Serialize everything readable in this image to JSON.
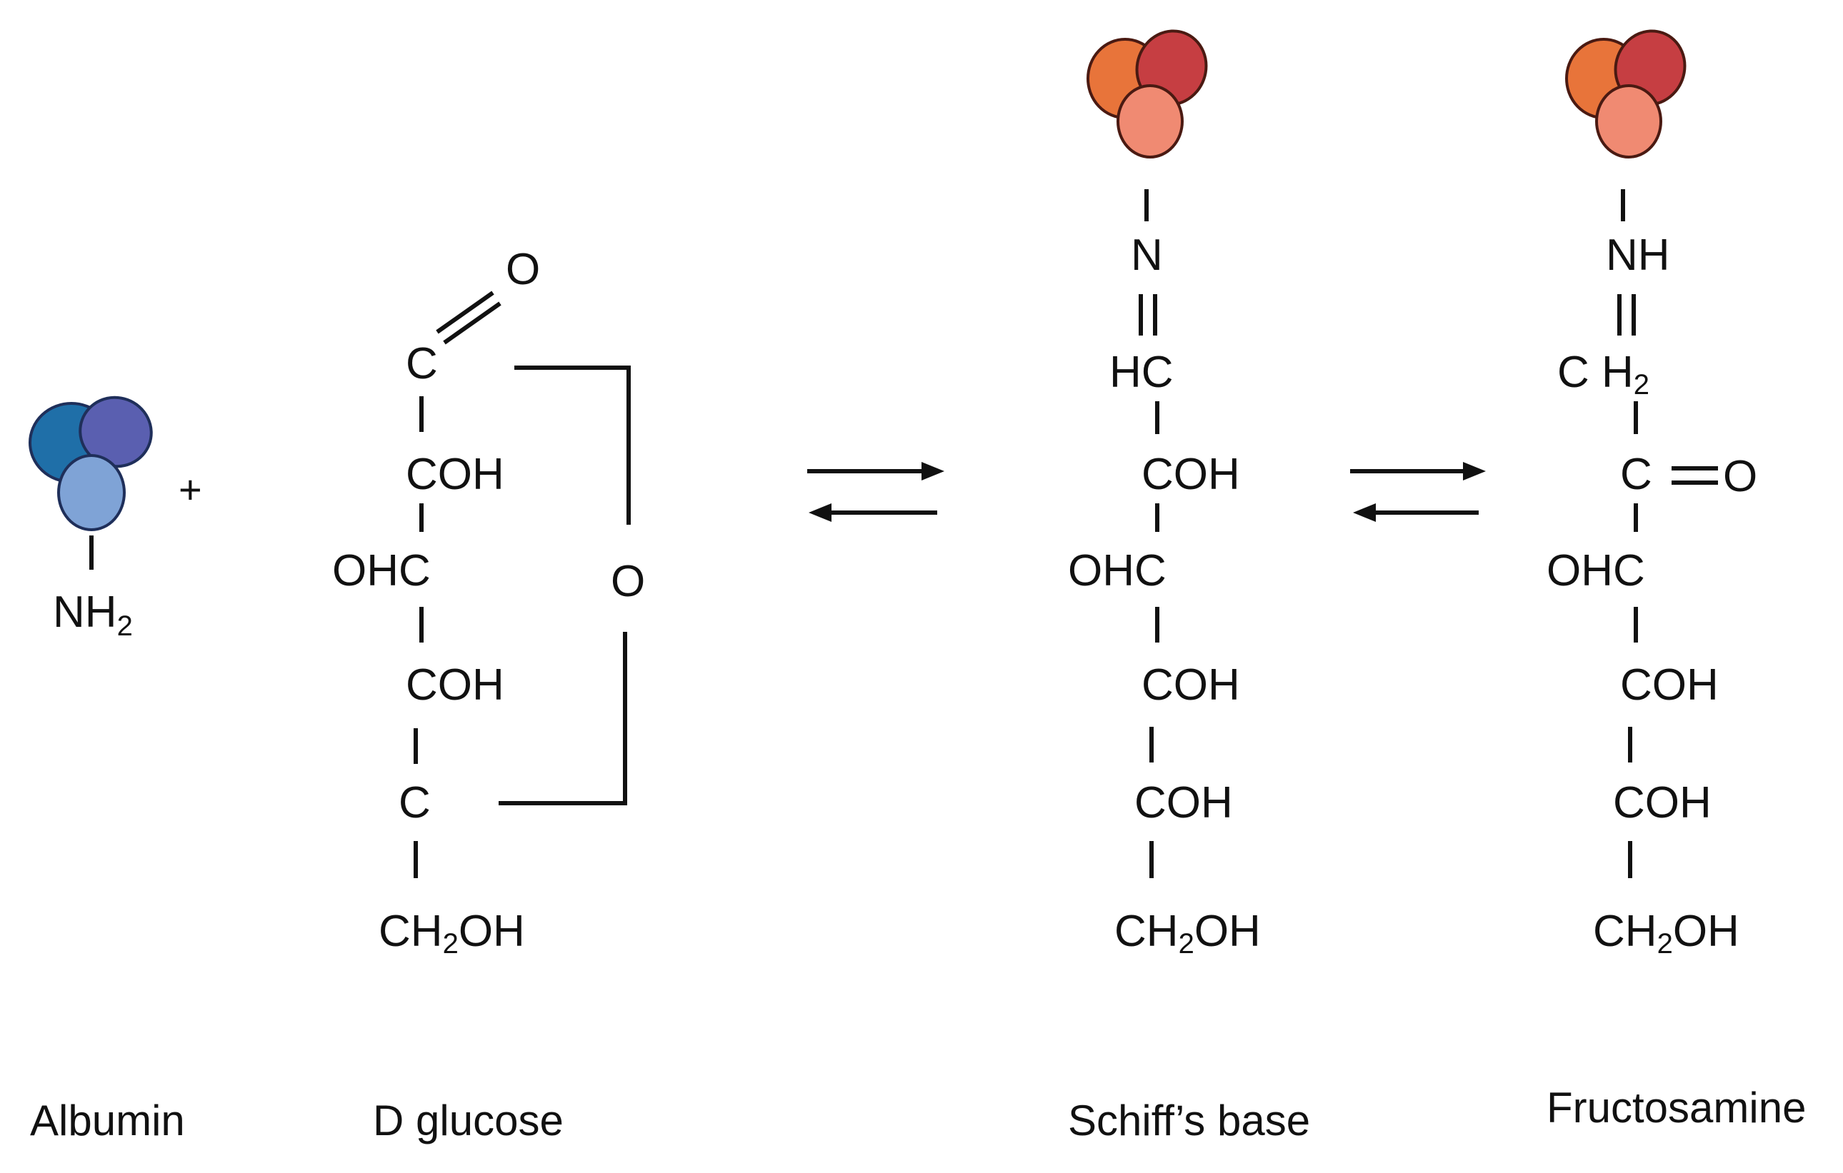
{
  "labels": {
    "albumin": "Albumin",
    "d_glucose": "D glucose",
    "schiffs_base": "Schiff’s base",
    "fructosamine": "Fructosamine"
  },
  "symbols": {
    "plus": "+"
  },
  "albumin": {
    "amine": "NH",
    "amine_sub": "2"
  },
  "glucose": {
    "carbonyl_o": "O",
    "c1": "C",
    "c2": "COH",
    "c3": "OHC",
    "c4": "COH",
    "c5": "C",
    "c6": "CH",
    "c6_sub": "2",
    "c6_end": "OH",
    "ring_o": "O"
  },
  "schiff": {
    "n": "N",
    "hc": "HC",
    "c2": "COH",
    "c3": "OHC",
    "c4": "COH",
    "c5": "COH",
    "c6": "CH",
    "c6_sub": "2",
    "c6_end": "OH"
  },
  "fructosamine": {
    "nh": "NH",
    "ch2": "C H",
    "ch2_sub": "2",
    "c2": "C",
    "c2_o": "O",
    "c3": "OHC",
    "c4": "COH",
    "c5": "COH",
    "c6": "CH",
    "c6_sub": "2",
    "c6_end": "OH"
  },
  "colors": {
    "albumin_dark": "#1f6fa8",
    "albumin_purple": "#5a5fb0",
    "albumin_light": "#7fa3d6",
    "protein_orange": "#e8743a",
    "protein_red": "#c63e42",
    "protein_salmon": "#f08a72"
  }
}
